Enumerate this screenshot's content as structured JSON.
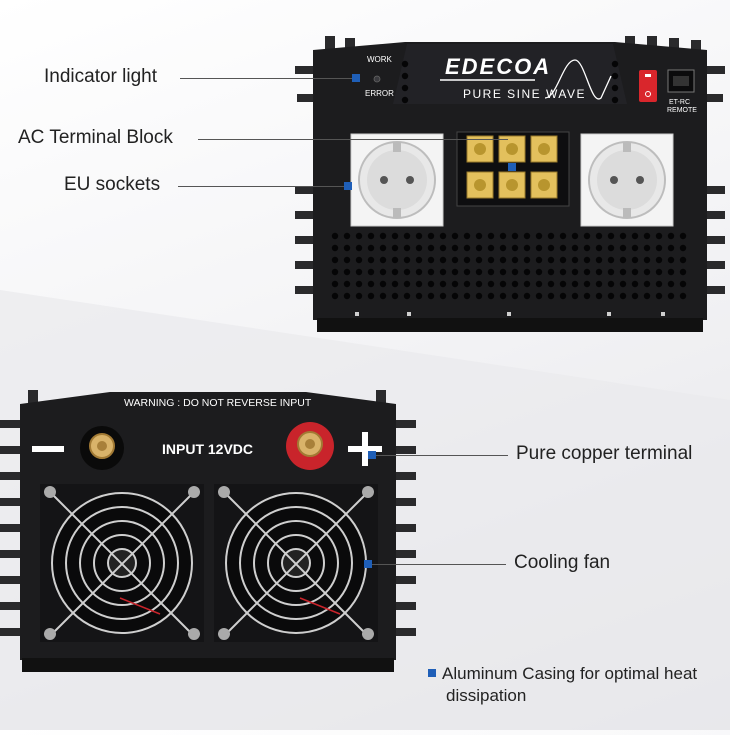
{
  "callouts": {
    "indicator_light": "Indicator light",
    "ac_terminal_block": "AC Terminal Block",
    "eu_sockets": "EU sockets",
    "pure_copper_terminal": "Pure copper terminal",
    "cooling_fan": "Cooling fan"
  },
  "feature_note": {
    "line1": "Aluminum Casing for optimal heat",
    "line2": "dissipation"
  },
  "front_panel": {
    "brand": "EDECOA",
    "tagline": "PURE SINE WAVE",
    "work_label": "WORK",
    "error_label": "ERROR",
    "remote_label_1": "ET-RC",
    "remote_label_2": "REMOTE"
  },
  "rear_panel": {
    "warning": "WARNING : DO NOT  REVERSE   INPUT",
    "input_label": "INPUT 12VDC",
    "minus_sign": "−",
    "plus_sign": "+"
  },
  "colors": {
    "accent": "#1f5fb8",
    "casing": "#1c1c1e",
    "switch": "#d9262c",
    "terminal_red": "#c9242b",
    "terminal_copper": "#d9b36a"
  }
}
